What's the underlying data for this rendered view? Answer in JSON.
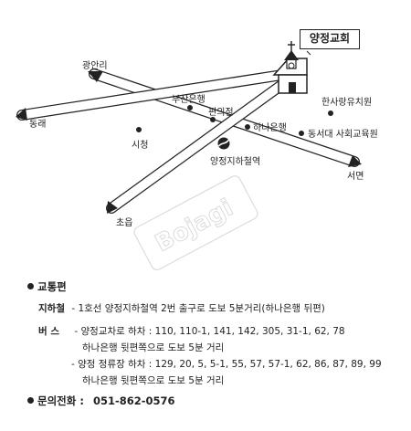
{
  "map": {
    "church_name": "양정교회",
    "watermark": "Bojagi",
    "roads": {
      "gwangan": "광안리",
      "dongrae": "동래",
      "choeup": "초읍",
      "seomyeon": "서면"
    },
    "landmarks": {
      "busan_bank": "부산은행",
      "convenience": "편의점",
      "hana_bank": "하나은행",
      "city_hall": "시청",
      "hansarang": "한사랑유치원",
      "dongseo": "동서대 사회교육원",
      "subway_station": "양정지하철역"
    }
  },
  "directions": {
    "heading": "교통편",
    "subway_label": "지하철",
    "subway_text": "- 1호선 양정지하철역 2번 출구로 도보 5분거리(하나은행 뒤편)",
    "bus_label": "버   스",
    "bus_line1": "- 양정교차로 하차 : 110, 110-1, 141, 142, 305, 31-1, 62, 78",
    "bus_line1_sub": "하나은행 뒷편쪽으로 도보 5분 거리",
    "bus_line2": "- 양정 정류장 하차 : 129, 20, 5, 5-1, 55, 57, 57-1, 62, 86, 87, 89, 99",
    "bus_line2_sub": "하나은행 뒷편쪽으로 도보 5분 거리"
  },
  "contact": {
    "label": "문의전화 :",
    "phone": "051-862-0576"
  }
}
